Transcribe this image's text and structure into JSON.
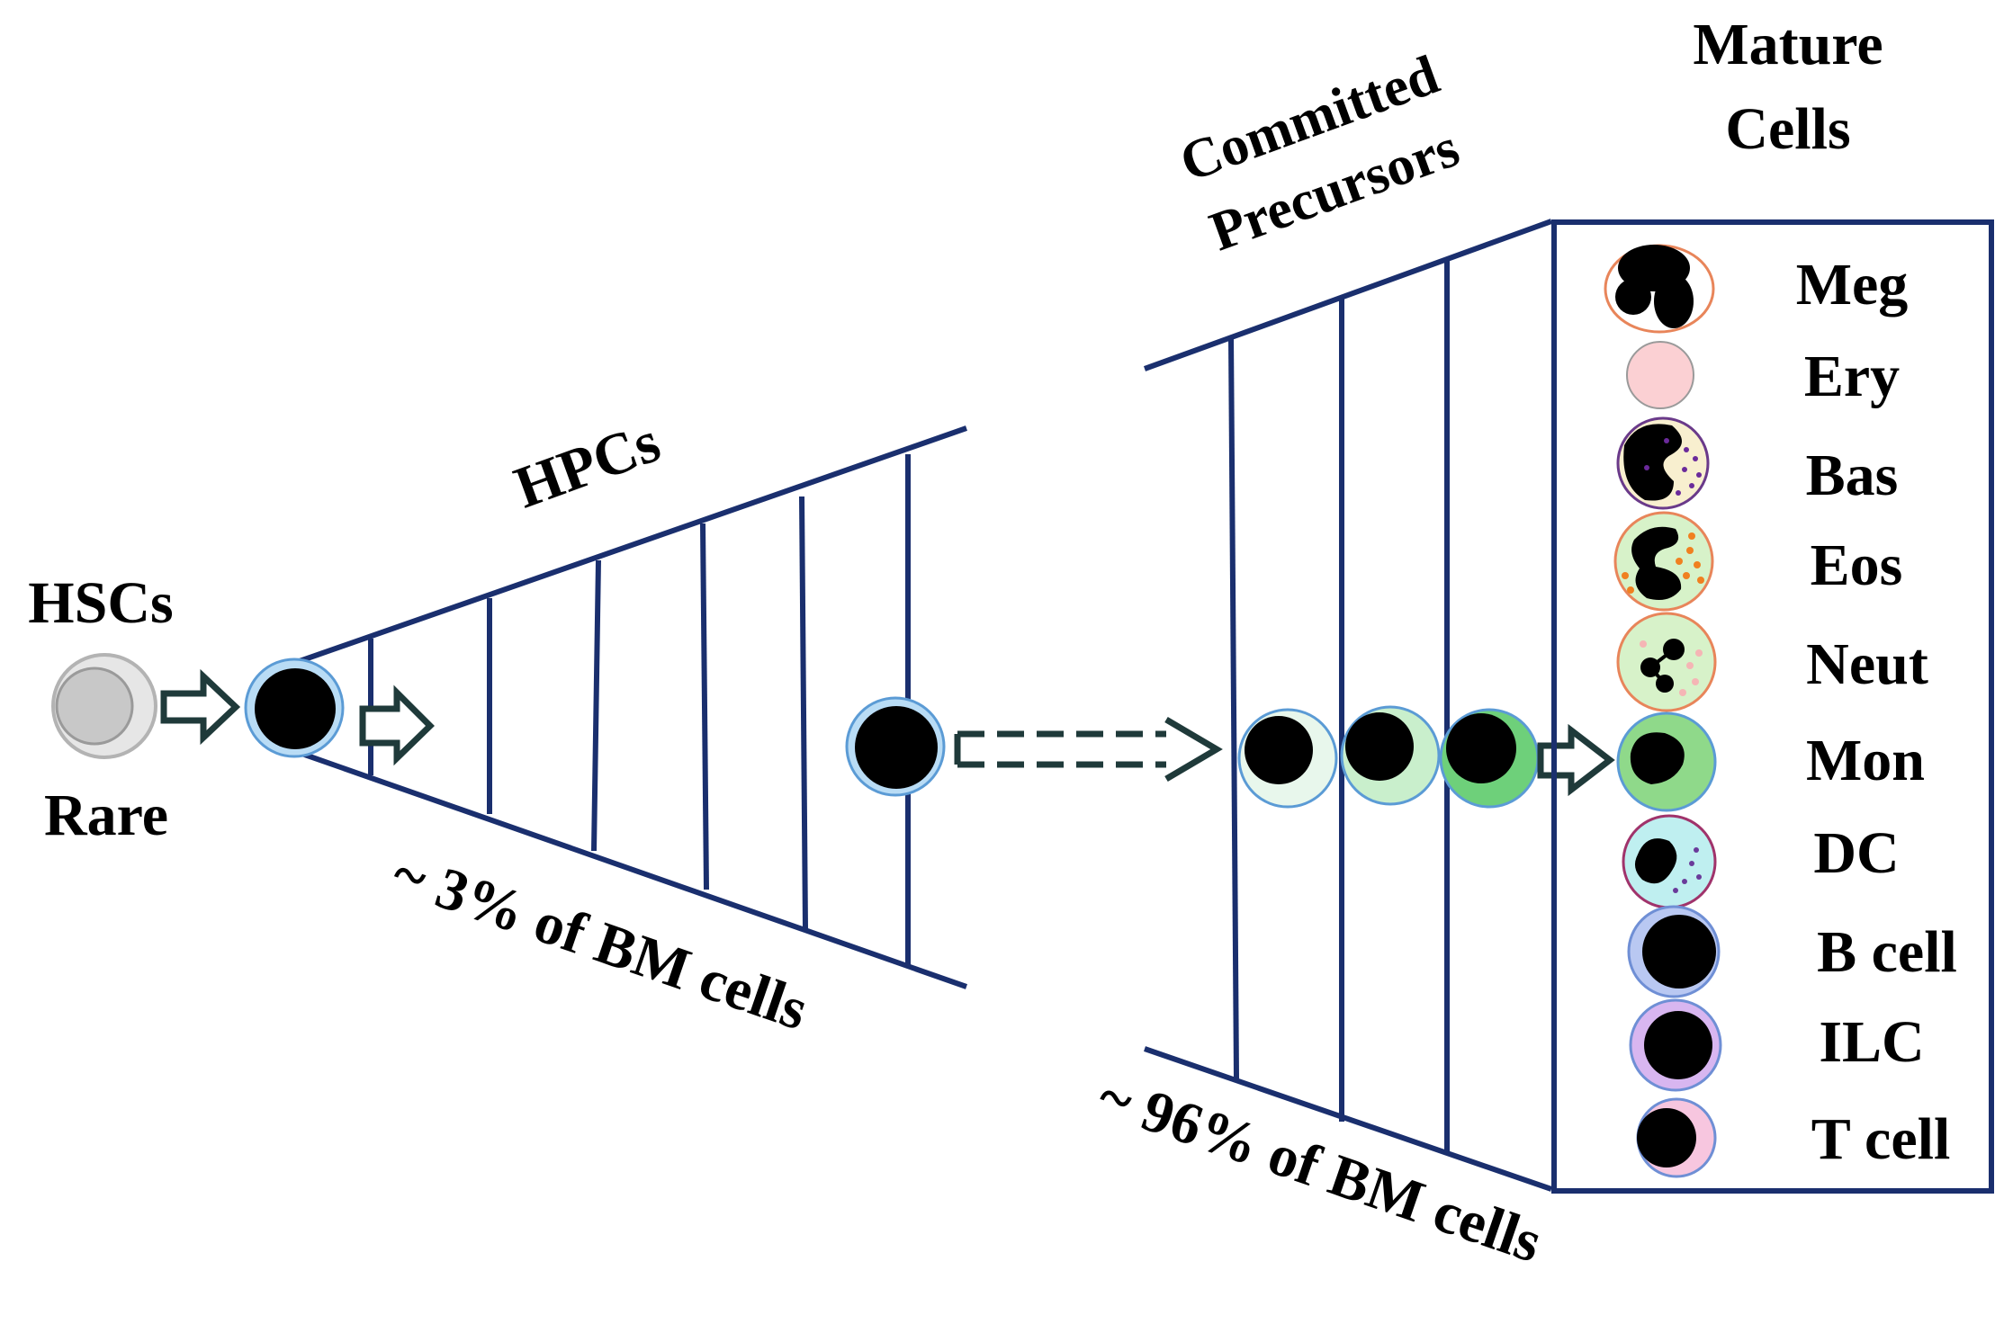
{
  "labels": {
    "hscs": "HSCs",
    "rare": "Rare",
    "hpcs": "HPCs",
    "hpc_pct": "~ 3% of BM cells",
    "committed_line1": "Committed",
    "committed_line2": "Precursors",
    "committed_pct": "~ 96% of BM cells",
    "mature_line1": "Mature",
    "mature_line2": "Cells"
  },
  "mature_cells": [
    {
      "label": "Meg",
      "icon": "megakaryocyte-icon"
    },
    {
      "label": "Ery",
      "icon": "erythrocyte-icon"
    },
    {
      "label": "Bas",
      "icon": "basophil-icon"
    },
    {
      "label": "Eos",
      "icon": "eosinophil-icon"
    },
    {
      "label": "Neut",
      "icon": "neutrophil-icon"
    },
    {
      "label": "Mon",
      "icon": "monocyte-icon"
    },
    {
      "label": "DC",
      "icon": "dendritic-cell-icon"
    },
    {
      "label": "B cell",
      "icon": "b-cell-icon"
    },
    {
      "label": "ILC",
      "icon": "ilc-icon"
    },
    {
      "label": "T cell",
      "icon": "t-cell-icon"
    }
  ],
  "colors": {
    "outline": "#1a2f6e",
    "arrow": "#1f3a3a",
    "nucleus": "#000000",
    "hsc": "#c8c8c8",
    "hpc_membrane": "#b9dcf5",
    "ery": "#fbd0d3",
    "eos": "#d7f2c9",
    "mon": "#8fd98a",
    "bcell": "#b9c8f2",
    "ilc": "#d8b6f0",
    "tcell": "#f7c6df"
  }
}
